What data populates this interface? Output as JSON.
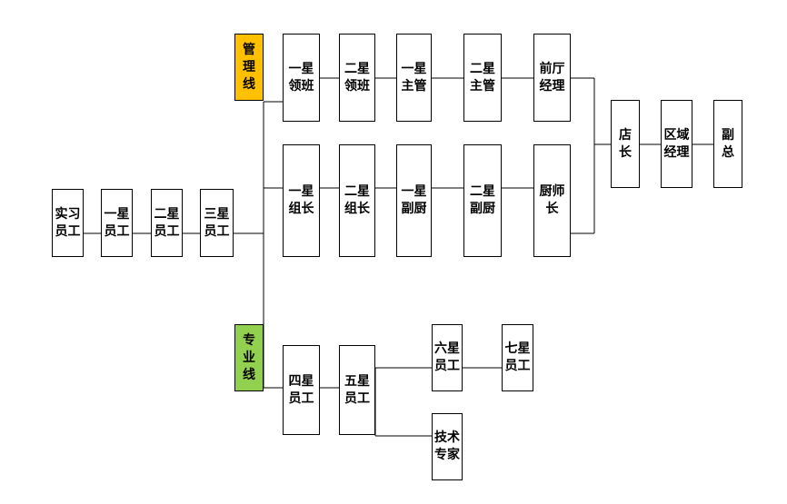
{
  "tracks": {
    "management": {
      "label": "管理线",
      "color": "#ffc000"
    },
    "professional": {
      "label": "专业线",
      "color": "#92d050"
    }
  },
  "base": {
    "intern": "实习\n员工",
    "one_star": "一星\n员工",
    "two_star": "二星\n员工",
    "three_star": "三星\n员工"
  },
  "front": {
    "one_star_lead": "一星\n领班",
    "two_star_lead": "二星\n领班",
    "one_star_supervisor": "一星\n主管",
    "two_star_supervisor": "二星\n主管",
    "front_manager": "前厅\n经理"
  },
  "kitchen": {
    "one_star_group_lead": "一星\n组长",
    "two_star_group_lead": "二星\n组长",
    "one_star_sous_chef": "一星\n副厨",
    "two_star_sous_chef": "二星\n副厨",
    "head_chef": "厨师长"
  },
  "top": {
    "store_manager": "店长",
    "regional_manager": "区域\n经理",
    "vice_president": "副总"
  },
  "professional": {
    "four_star": "四星\n员工",
    "five_star": "五星\n员工",
    "six_star": "六星\n员工",
    "seven_star": "七星\n员工",
    "tech_expert": "技术\n专家"
  }
}
